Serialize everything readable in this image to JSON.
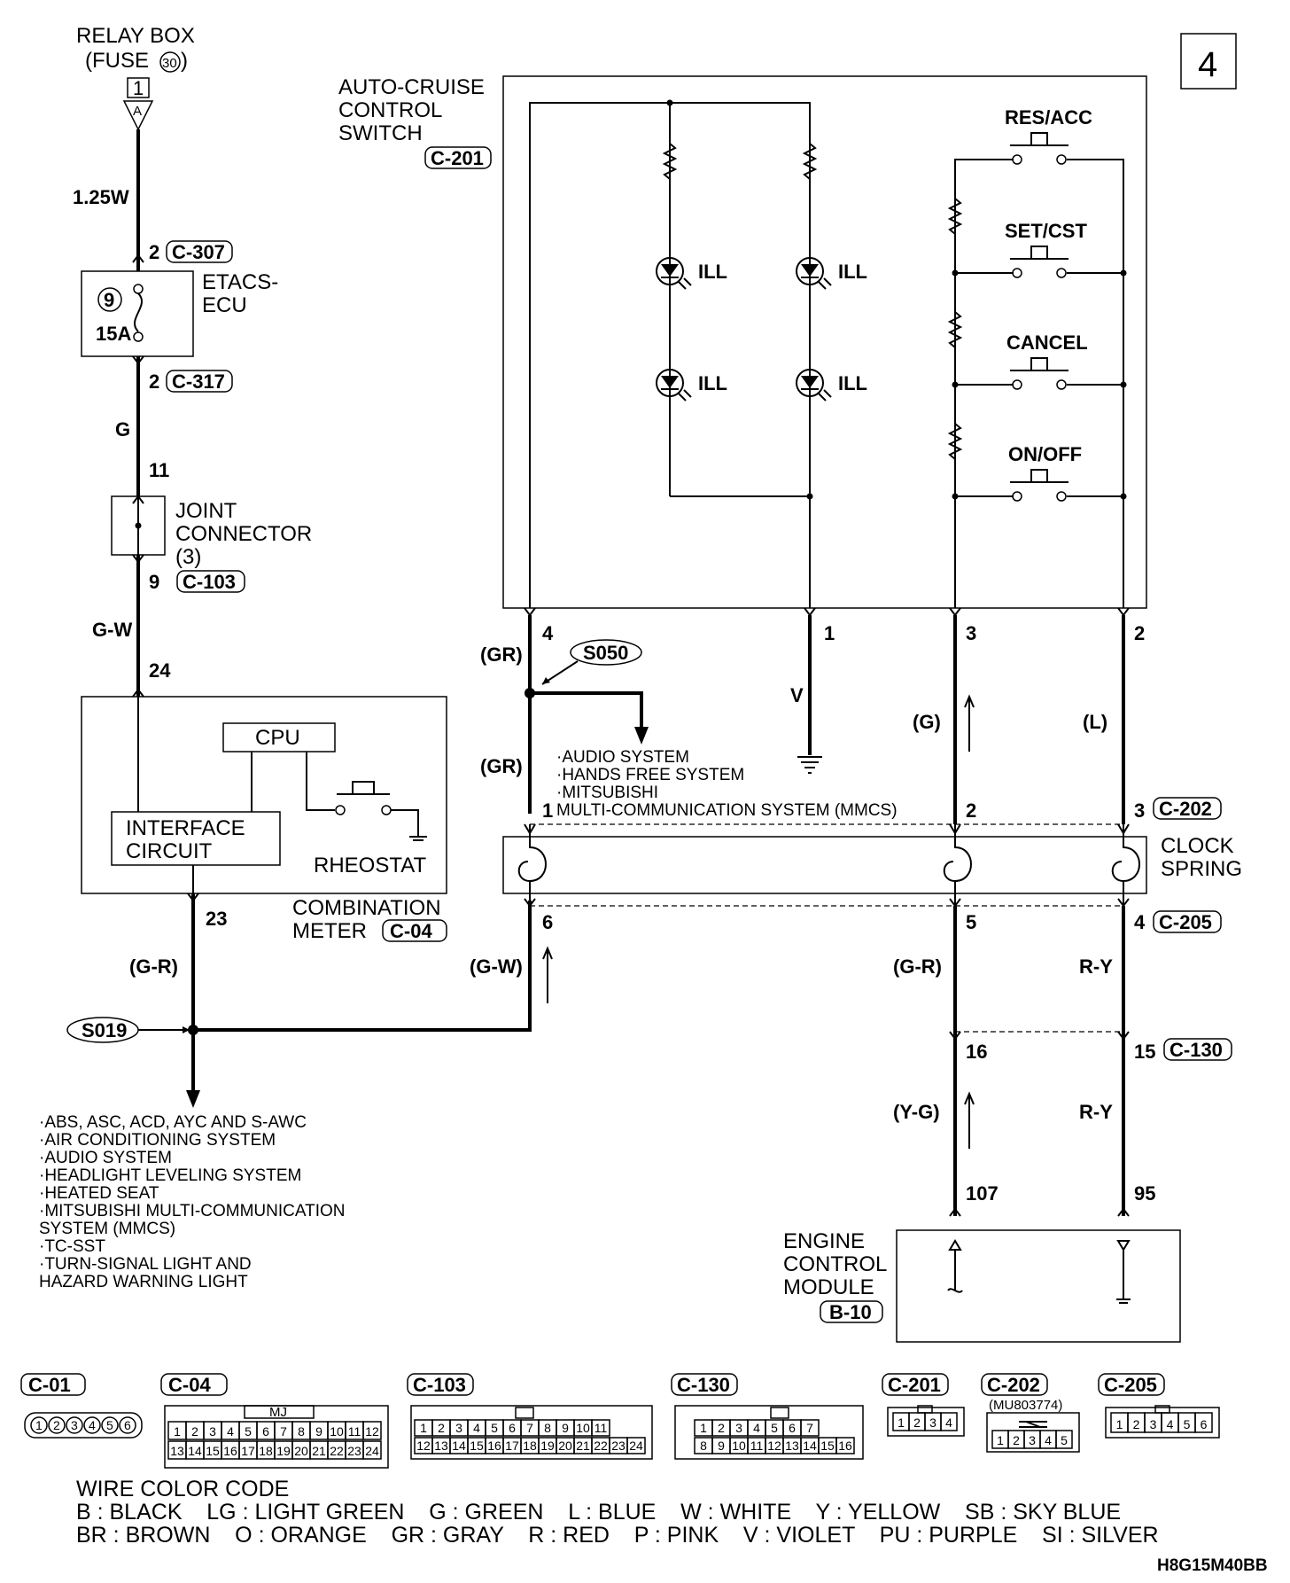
{
  "page_number": "4",
  "relay_box": {
    "title": "RELAY BOX",
    "fuse": "(FUSE",
    "fuse_no": "30",
    "fuse_end": ")",
    "terminal": "1",
    "conn": "A"
  },
  "wires_left": {
    "w1": "1.25W",
    "c307_pin": "2",
    "c307": "C-307",
    "etacs_1": "ETACS-",
    "etacs_2": "ECU",
    "fuse_no": "9",
    "fuse_amp": "15A",
    "c317_pin": "2",
    "c317": "C-317",
    "g": "G",
    "pin11": "11",
    "joint_1": "JOINT",
    "joint_2": "CONNECTOR",
    "joint_3": "(3)",
    "c103_pin": "9",
    "c103": "C-103",
    "gw": "G-W",
    "pin24": "24"
  },
  "meter": {
    "cpu": "CPU",
    "if_1": "INTERFACE",
    "if_2": "CIRCUIT",
    "rheostat": "RHEOSTAT",
    "name_1": "COMBINATION",
    "name_2": "METER",
    "conn": "C-04",
    "pin23": "23"
  },
  "left_bottom": {
    "gr": "(G-R)",
    "splice": "S019",
    "gw2": "(G-W)",
    "list": [
      "·ABS, ASC, ACD, AYC AND S-AWC",
      "·AIR CONDITIONING SYSTEM",
      "·AUDIO SYSTEM",
      "·HEADLIGHT LEVELING SYSTEM",
      "·HEATED SEAT",
      "·MITSUBISHI MULTI-COMMUNICATION",
      " SYSTEM (MMCS)",
      "·TC-SST",
      "·TURN-SIGNAL LIGHT AND",
      " HAZARD WARNING LIGHT"
    ]
  },
  "switch": {
    "name_1": "AUTO-CRUISE",
    "name_2": "CONTROL",
    "name_3": "SWITCH",
    "conn": "C-201",
    "ill": "ILL",
    "res": "RES/ACC",
    "set": "SET/CST",
    "cancel": "CANCEL",
    "onoff": "ON/OFF",
    "pin4": "4",
    "pin1": "1",
    "pin3": "3",
    "pin2": "2"
  },
  "mid": {
    "gr1": "(GR)",
    "splice": "S050",
    "gr2": "(GR)",
    "v": "V",
    "g": "(G)",
    "l": "(L)",
    "list": [
      "·AUDIO SYSTEM",
      "·HANDS FREE SYSTEM",
      "·MITSUBISHI",
      " MULTI-COMMUNICATION SYSTEM (MMCS)"
    ],
    "c202_p1": "1",
    "c202_p2": "2",
    "c202_p3": "3",
    "c202": "C-202",
    "clock_1": "CLOCK",
    "clock_2": "SPRING",
    "c205_p6": "6",
    "c205_p5": "5",
    "c205_p4": "4",
    "c205": "C-205"
  },
  "right_bottom": {
    "gr": "(G-R)",
    "ry1": "R-Y",
    "pin16": "16",
    "pin15": "15",
    "c130": "C-130",
    "yg": "(Y-G)",
    "ry2": "R-Y",
    "pin107": "107",
    "pin95": "95",
    "ecm_1": "ENGINE",
    "ecm_2": "CONTROL",
    "ecm_3": "MODULE",
    "ecm_conn": "B-10"
  },
  "connectors": {
    "c01": "C-01",
    "c04": "C-04",
    "c103": "C-103",
    "c130": "C-130",
    "c201": "C-201",
    "c202": "C-202",
    "c202_part": "(MU803774)",
    "c205": "C-205",
    "mj": "MJ",
    "c01_pins": [
      "1",
      "2",
      "3",
      "4",
      "5",
      "6"
    ],
    "c04_top": [
      "1",
      "2",
      "3",
      "4",
      "5",
      "6",
      "7",
      "8",
      "9",
      "10",
      "11",
      "12"
    ],
    "c04_bot": [
      "13",
      "14",
      "15",
      "16",
      "17",
      "18",
      "19",
      "20",
      "21",
      "22",
      "23",
      "24"
    ],
    "c103_top": [
      "1",
      "2",
      "3",
      "4",
      "5",
      "6",
      "7",
      "8",
      "9",
      "10",
      "11"
    ],
    "c103_bot": [
      "12",
      "13",
      "14",
      "15",
      "16",
      "17",
      "18",
      "19",
      "20",
      "21",
      "22",
      "23",
      "24"
    ],
    "c130_top": [
      "1",
      "2",
      "3",
      "4",
      "5",
      "6",
      "7"
    ],
    "c130_bot": [
      "8",
      "9",
      "10",
      "11",
      "12",
      "13",
      "14",
      "15",
      "16"
    ],
    "c201_pins": [
      "1",
      "2",
      "3",
      "4"
    ],
    "c202_pins": [
      "1",
      "2",
      "3",
      "4",
      "5"
    ],
    "c205_pins": [
      "1",
      "2",
      "3",
      "4",
      "5",
      "6"
    ]
  },
  "legend": {
    "title": "WIRE COLOR CODE",
    "row1": "B : BLACK    LG : LIGHT GREEN    G : GREEN    L : BLUE    W : WHITE    Y : YELLOW    SB : SKY BLUE",
    "row2": "BR : BROWN    O : ORANGE    GR : GRAY    R : RED    P : PINK    V : VIOLET    PU : PURPLE    SI : SILVER"
  },
  "code": "H8G15M40BB"
}
